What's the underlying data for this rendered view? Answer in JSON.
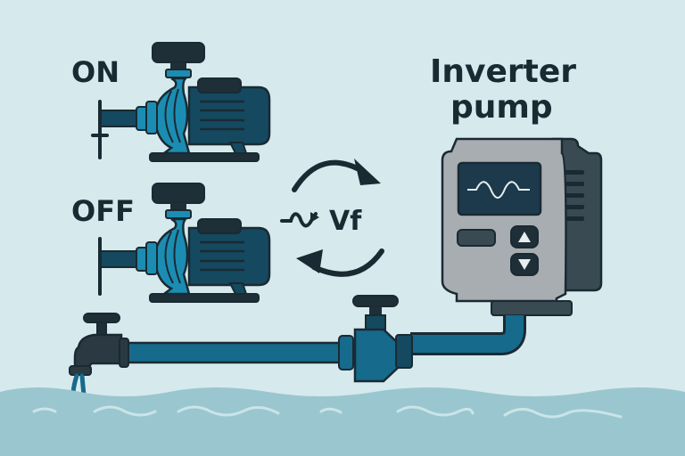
{
  "labels": {
    "on": "ON",
    "off": "OFF",
    "title_line1": "Inverter",
    "title_line2": "pump",
    "vf": "Vf"
  },
  "colors": {
    "background": "#d6e9ec",
    "outline": "#1a2a33",
    "pump_light_blue": "#1b8db3",
    "pump_dark_blue": "#14495f",
    "pipe_blue": "#166a8c",
    "inverter_gray": "#a8adb1",
    "inverter_dark": "#3a4a53",
    "screen": "#1c3a4c",
    "water": "#9ac7cf",
    "water_wave": "#cbe4e8"
  },
  "icons": [
    "pump-on-icon",
    "pump-off-icon",
    "cycle-arrow-icon",
    "ac-sine-icon",
    "inverter-icon",
    "valve-icon",
    "faucet-icon",
    "water-icon"
  ]
}
